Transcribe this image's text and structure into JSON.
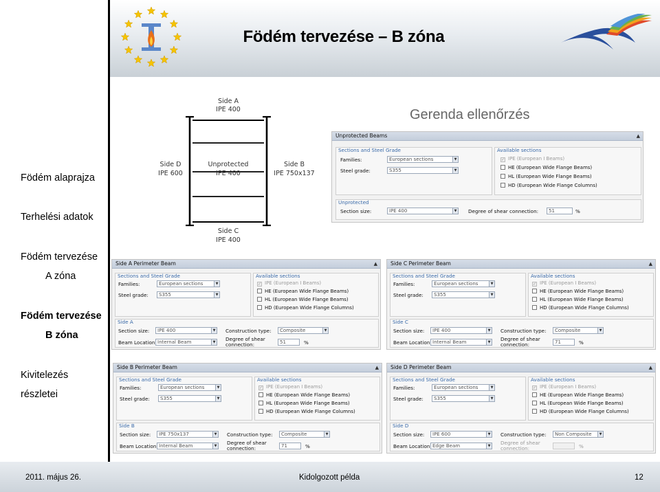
{
  "slide": {
    "title": "Födém tervezése – B zóna",
    "section_heading": "Gerenda ellenőrzés"
  },
  "sidebar": {
    "items": [
      {
        "label": "Födém alaprajza"
      },
      {
        "label": "Terhelési adatok"
      },
      {
        "label": "Födém tervezése",
        "sub": "A zóna"
      },
      {
        "label": "Födém tervezése",
        "sub": "B zóna",
        "active": true
      },
      {
        "label": "Kivitelezés",
        "sub": "részletei"
      }
    ]
  },
  "footer": {
    "date": "2011. május 26.",
    "center": "Kidolgozott példa",
    "page": "12"
  },
  "diagram": {
    "side_a": "Side A",
    "side_a_section": "IPE 400",
    "side_b": "Side B",
    "side_b_section": "IPE 750x137",
    "side_c": "Side C",
    "side_c_section": "IPE 400",
    "side_d": "Side D",
    "side_d_section": "IPE 600",
    "center": "Unprotected",
    "center_section": "IPE 400"
  },
  "unprotected_panel": {
    "title": "Unprotected Beams",
    "grp_sections": "Sections and Steel Grade",
    "families_label": "Families:",
    "families_value": "European sections",
    "steel_label": "Steel grade:",
    "steel_value": "S355",
    "grp_available": "Available sections",
    "available": [
      "IPE (European I Beams)",
      "HE (European Wide Flange Beams)",
      "HL (European Wide Flange Beams)",
      "HD (European Wide Flange Columns)"
    ],
    "grp_sub": "Unprotected",
    "section_size_label": "Section size:",
    "section_size_value": "IPE 400",
    "shear_label": "Degree of shear connection:",
    "shear_value": "51",
    "shear_unit": "%"
  },
  "common": {
    "grp_sections": "Sections and Steel Grade",
    "families_label": "Families:",
    "families_value": "European sections",
    "steel_label": "Steel grade:",
    "steel_value": "S355",
    "grp_available": "Available sections",
    "available": [
      "IPE (European I Beams)",
      "HE (European Wide Flange Beams)",
      "HL (European Wide Flange Beams)",
      "HD (European Wide Flange Columns)"
    ],
    "section_size_label": "Section size:",
    "construction_label": "Construction type:",
    "location_label": "Beam Location:",
    "shear_label_1": "Degree of shear",
    "shear_label_2": "connection:",
    "pct": "%"
  },
  "perimeter_panels": [
    {
      "title": "Side A Perimeter Beam",
      "grp": "Side A",
      "section": "IPE 400",
      "construction": "Composite",
      "location": "Internal Beam",
      "shear": "51"
    },
    {
      "title": "Side C Perimeter Beam",
      "grp": "Side C",
      "section": "IPE 400",
      "construction": "Composite",
      "location": "Internal Beam",
      "shear": "71"
    },
    {
      "title": "Side B Perimeter Beam",
      "grp": "Side B",
      "section": "IPE 750x137",
      "construction": "Composite",
      "location": "Internal Beam",
      "shear": "71"
    },
    {
      "title": "Side D Perimeter Beam",
      "grp": "Side D",
      "section": "IPE 600",
      "construction": "Non Composite",
      "location": "Edge Beam",
      "shear": ""
    }
  ],
  "colors": {
    "panel_title_bg": "#c4cedc",
    "group_title": "#3a6aa8"
  }
}
